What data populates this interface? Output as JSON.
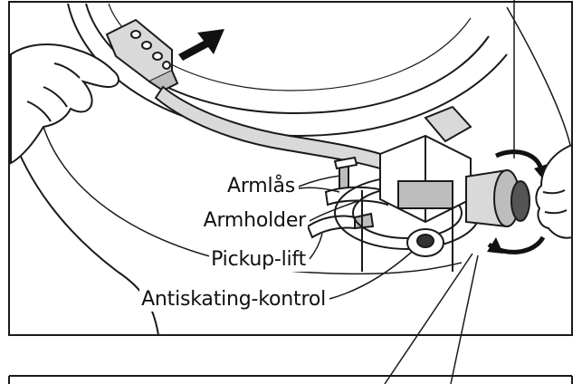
{
  "labels": {
    "arm_lock": "Armlås",
    "arm_holder": "Armholder",
    "pickup_lift": "Pickup-lift",
    "antiskating": "Antiskating-kontrol"
  },
  "colors": {
    "line": "#1a1a1a",
    "arm_fill": "#d9d9d9",
    "metal_fill": "#bdbdbd",
    "dark_fill": "#333333"
  }
}
